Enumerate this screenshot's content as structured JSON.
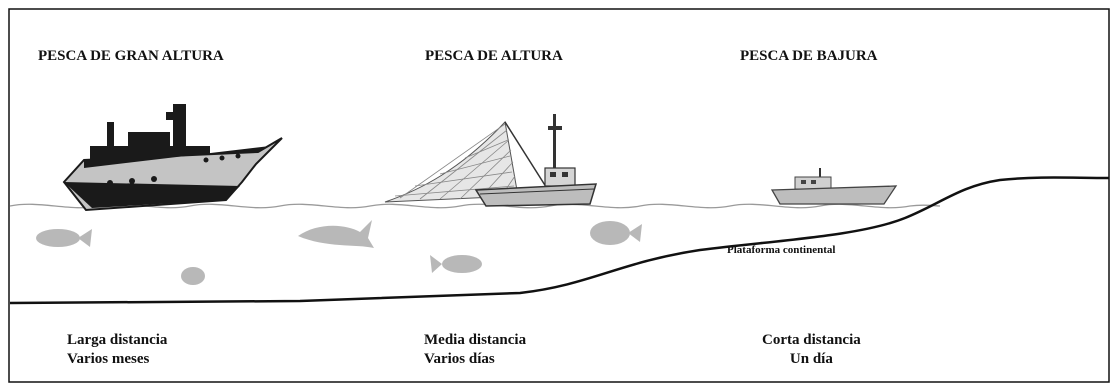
{
  "zones": [
    {
      "title": "PESCA DE GRAN ALTURA",
      "distance": "Larga distancia",
      "duration": "Varios meses"
    },
    {
      "title": "PESCA DE ALTURA",
      "distance": "Media distancia",
      "duration": "Varios días"
    },
    {
      "title": "PESCA DE BAJURA",
      "distance": "Corta distancia",
      "duration": "Un día"
    }
  ],
  "shelf_label": "Plataforma continental",
  "colors": {
    "line": "#111111",
    "water_line": "#9a9a9a",
    "fish": "#b8b8b8",
    "hull_dark": "#1a1a1a",
    "hull_gray": "#bdbdbd"
  },
  "icons": [
    "large-ship-icon",
    "trawler-icon",
    "small-boat-icon",
    "fish-icon",
    "net-icon"
  ]
}
